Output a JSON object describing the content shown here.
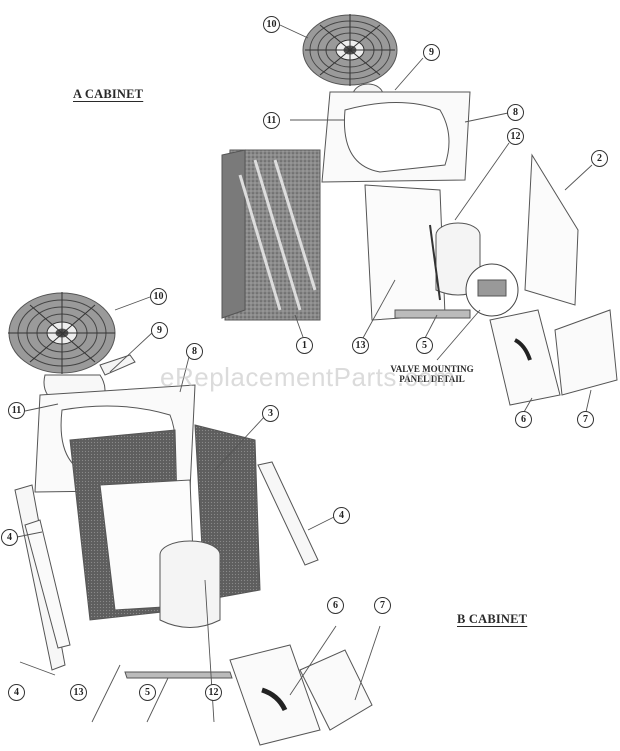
{
  "diagram": {
    "type": "exploded-parts-diagram",
    "sections": [
      {
        "id": "a",
        "title": "A CABINET"
      },
      {
        "id": "b",
        "title": "B CABINET"
      }
    ],
    "detail_label_line1": "VALVE MOUNTING",
    "detail_label_line2": "PANEL DETAIL",
    "watermark": "eReplacementParts.com",
    "callouts_a": [
      "10",
      "9",
      "11",
      "8",
      "12",
      "2",
      "1",
      "13",
      "5",
      "6",
      "7"
    ],
    "callouts_b": [
      "10",
      "9",
      "8",
      "11",
      "3",
      "4",
      "4",
      "4",
      "13",
      "5",
      "12",
      "6",
      "7"
    ],
    "colors": {
      "line": "#555555",
      "fill_dark": "#6e6e6e",
      "fill_mid": "#9a9a9a",
      "background": "#ffffff"
    }
  }
}
